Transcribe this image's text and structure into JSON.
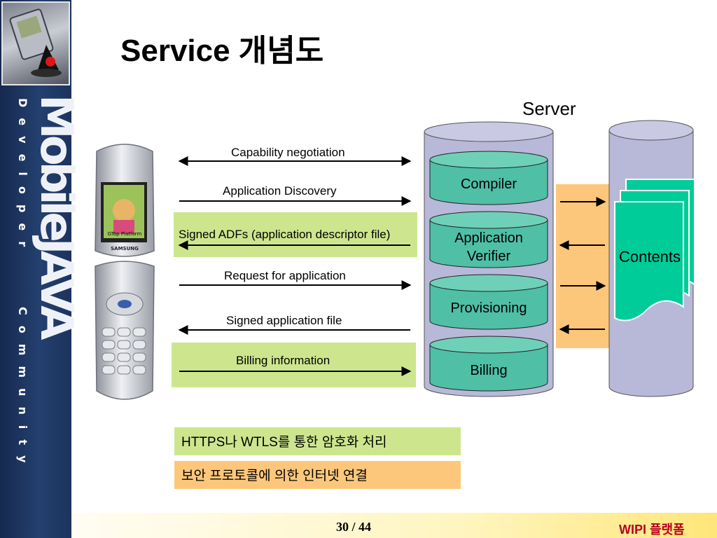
{
  "sidebar": {
    "brand": "MobileJAVA",
    "tag1": "Developer",
    "tag2": "Community"
  },
  "title": "Service 개념도",
  "server_label": "Server",
  "arrows": [
    {
      "label": "Capability negotiation",
      "direction": "both"
    },
    {
      "label": "Application Discovery",
      "direction": "right"
    },
    {
      "label": "Signed ADFs (application descriptor file)",
      "direction": "left"
    },
    {
      "label": "Request for application",
      "direction": "right"
    },
    {
      "label": "Signed application file",
      "direction": "left"
    },
    {
      "label": "Billing information",
      "direction": "right"
    }
  ],
  "server_modules": [
    "Compiler",
    "Application\nVerifier",
    "Provisioning",
    "Billing"
  ],
  "contents_label": "Contents",
  "notes": {
    "green": "HTTPS나 WTLS를 통한 암호화 처리",
    "orange": "보안 프로토콜에 의한 인터넷 연결"
  },
  "phone": {
    "brand": "SAMSUNG",
    "screen_text": "GTop Platform"
  },
  "footer": {
    "page": "30 / 44",
    "brand": "WIPI 플랫폼"
  },
  "colors": {
    "green_band": "#cde68e",
    "orange_band": "#fdc77b",
    "teal": "#4fbfa6",
    "server": "#b8b8d8",
    "contents": "#00cc99",
    "footer_brand": "#b8001e"
  }
}
